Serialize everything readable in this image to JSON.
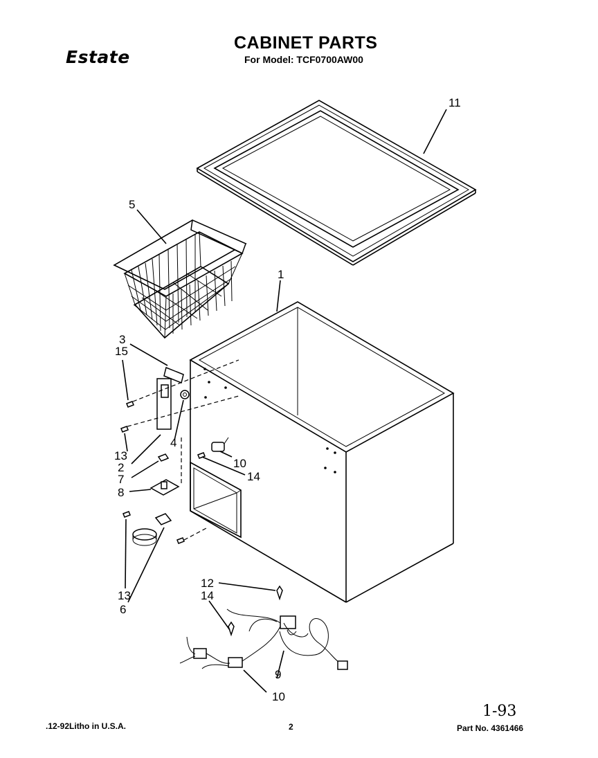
{
  "header": {
    "brand": "Estate",
    "title": "CABINET PARTS",
    "subtitle": "For Model: TCF0700AW00"
  },
  "callouts": {
    "c1": "1",
    "c2": "2",
    "c3": "3",
    "c4": "4",
    "c5": "5",
    "c6": "6",
    "c7": "7",
    "c8": "8",
    "c9": "9",
    "c10a": "10",
    "c10b": "10",
    "c11": "11",
    "c12": "12",
    "c13a": "13",
    "c13b": "13",
    "c14a": "14",
    "c14b": "14",
    "c15": "15"
  },
  "footer": {
    "litho": ".12-92Litho in U.S.A.",
    "page": "2",
    "handwritten": "1-93",
    "part_no": "Part No. 4361466"
  }
}
